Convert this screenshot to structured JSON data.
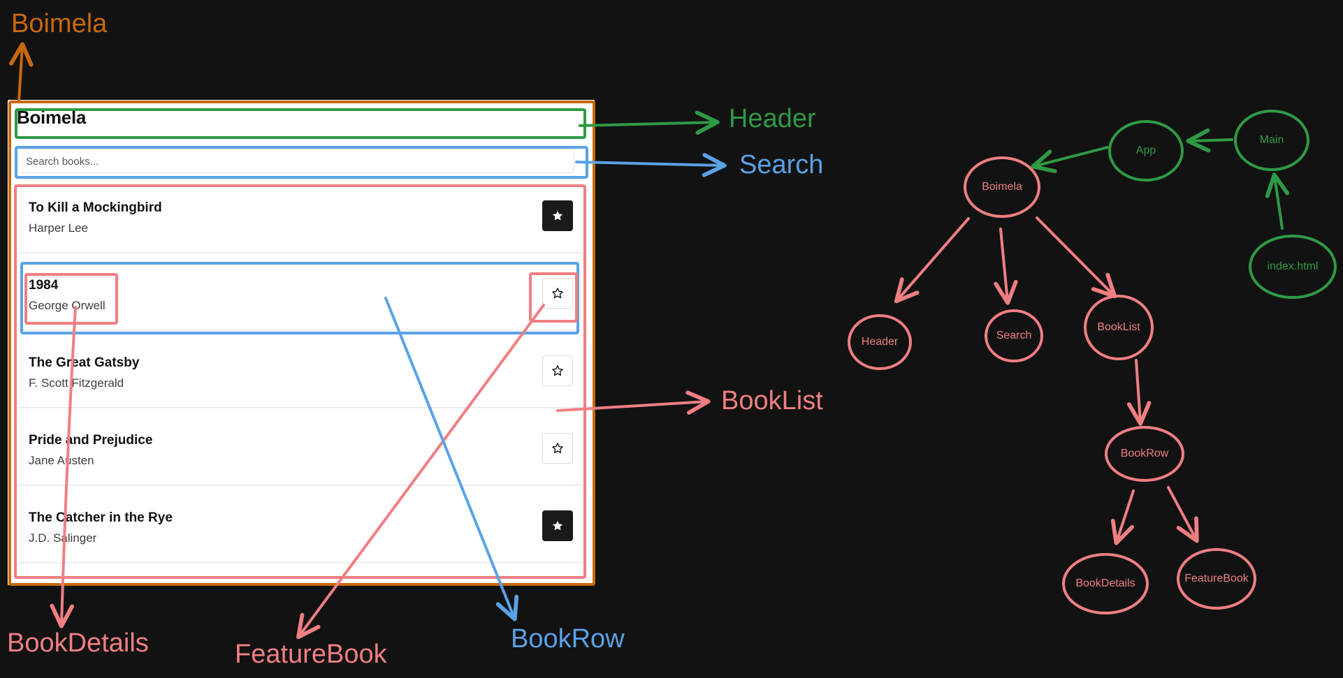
{
  "colors": {
    "background": "#121212",
    "orange": "#c8680e",
    "green": "#2f9a44",
    "blue": "#5aa2e6",
    "pink": "#f07f82"
  },
  "app": {
    "title": "Boimela",
    "search_placeholder": "Search books...",
    "books": [
      {
        "title": "To Kill a Mockingbird",
        "author": "Harper Lee",
        "featured": true
      },
      {
        "title": "1984",
        "author": "George Orwell",
        "featured": false
      },
      {
        "title": "The Great Gatsby",
        "author": "F. Scott Fitzgerald",
        "featured": false
      },
      {
        "title": "Pride and Prejudice",
        "author": "Jane Austen",
        "featured": false
      },
      {
        "title": "The Catcher in the Rye",
        "author": "J.D. Salinger",
        "featured": true
      }
    ]
  },
  "annotations": {
    "boimela": "Boimela",
    "header": "Header",
    "search": "Search",
    "booklist": "BookList",
    "bookdetails": "BookDetails",
    "featurebook": "FeatureBook",
    "bookrow": "BookRow"
  },
  "tree": {
    "main": "Main",
    "app": "App",
    "index_html": "index.html",
    "boimela": "Boimela",
    "header": "Header",
    "search": "Search",
    "booklist": "BookList",
    "bookrow": "BookRow",
    "bookdetails": "BookDetails",
    "featurebook": "FeatureBook"
  }
}
